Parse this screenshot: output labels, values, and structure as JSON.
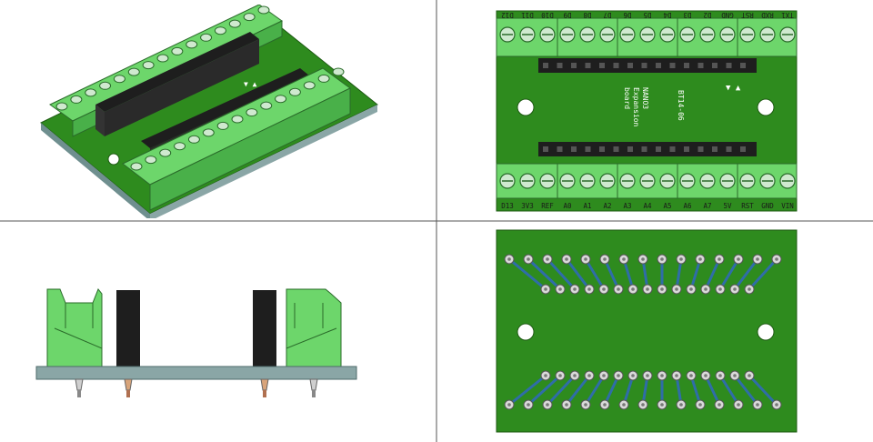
{
  "board": {
    "labels_top": [
      "TX1",
      "RXD",
      "RST",
      "GND",
      "D2",
      "D3",
      "D4",
      "D5",
      "D6",
      "D7",
      "D8",
      "D9",
      "D10",
      "D11",
      "D12"
    ],
    "labels_bottom": [
      "D13",
      "3V3",
      "REF",
      "A0",
      "A1",
      "A2",
      "A3",
      "A4",
      "A5",
      "A6",
      "A7",
      "5V",
      "RST",
      "GND",
      "VIN"
    ],
    "name_line1": "NANO3",
    "name_line2": "Expansion",
    "name_line3": "board",
    "part_code": "BT14-06",
    "pin_marker": "▼ ▲"
  },
  "colors": {
    "pcb": "#2e8b1e",
    "terminal": "#6dd66b",
    "header": "#1e1e1e",
    "grid": "#555555",
    "trace": "#2f6da8"
  }
}
